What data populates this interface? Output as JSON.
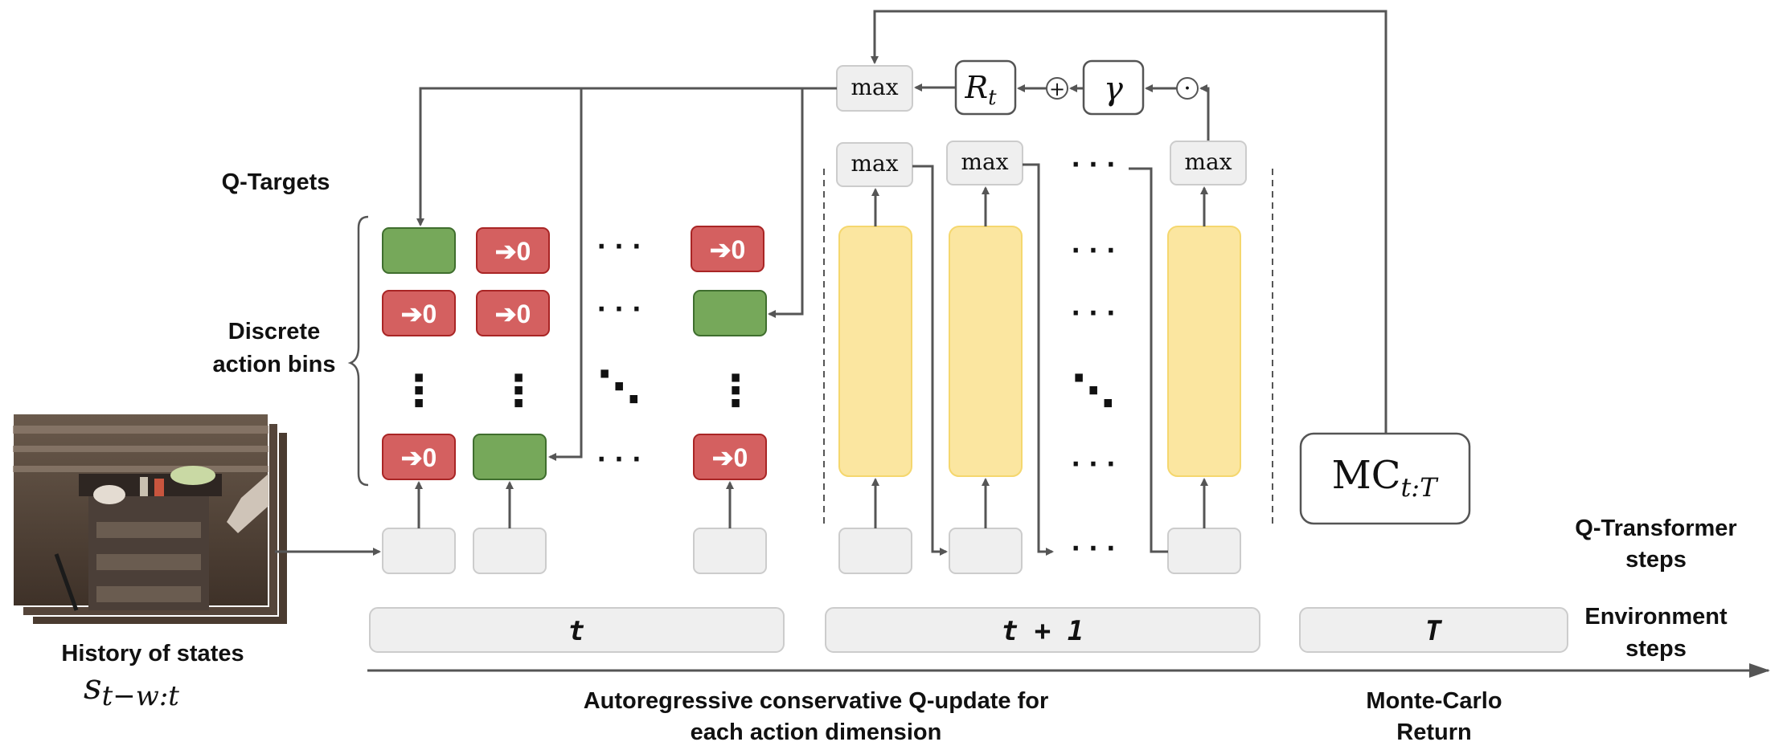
{
  "labels": {
    "q_targets": "Q-Targets",
    "discrete_line1": "Discrete",
    "discrete_line2": "action bins",
    "history_line1": "History of states",
    "history_math": "s",
    "history_sub": "t−w:t",
    "qt_steps_line1": "Q-Transformer",
    "qt_steps_line2": "steps",
    "env_steps_line1": "Environment",
    "env_steps_line2": "steps",
    "auto_line1": "Autoregressive conservative Q-update for",
    "auto_line2": "each action dimension",
    "mc_line1": "Monte-Carlo",
    "mc_line2": "Return"
  },
  "ops": {
    "max": "max",
    "reward": "R",
    "reward_sub": "t",
    "gamma": "γ",
    "plus": "+",
    "dot": "·",
    "mc": "MC",
    "mc_sub": "t:T"
  },
  "zero_token": "➔0",
  "ellipsis_h": "· · ·",
  "ellipsis_v": "⋮",
  "ellipsis_d": "⋱",
  "steps": {
    "t": "t",
    "t1": "t + 1",
    "T": "T"
  },
  "colors": {
    "green": "#76a85a",
    "red": "#d46060",
    "yellow": "#fbe6a0",
    "gray_box": "#efefef",
    "arrow": "#555555"
  }
}
